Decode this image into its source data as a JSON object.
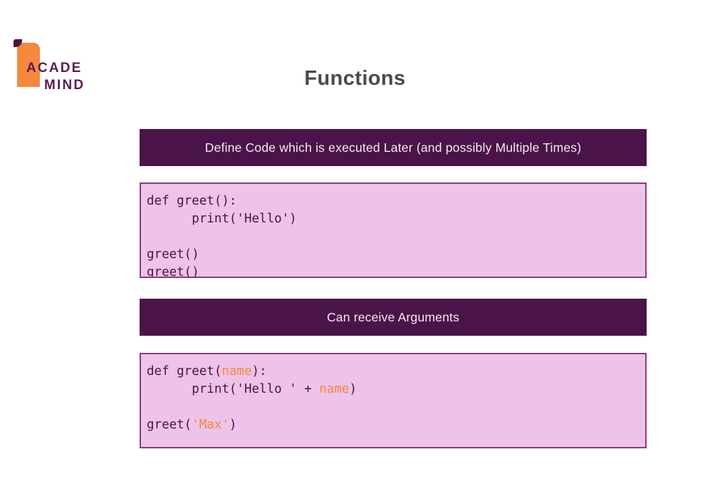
{
  "brand": {
    "name_line_1": "ACADE",
    "name_line_2": "MIND",
    "logo_icon": "academind-book-icon",
    "purple": "#5B1C55",
    "orange": "#F5883C"
  },
  "slide": {
    "title": "Functions",
    "title_color": "#4A4A4A",
    "background": "#FFFFFF"
  },
  "sections": [
    {
      "banner": {
        "text": "Define Code which is executed Later (and possibly Multiple Times)",
        "background": "#4A1448",
        "text_color": "#F3EAF2"
      },
      "code": {
        "language": "python",
        "background": "#EDC3E9",
        "border_color": "#8A3C80",
        "text_color": "#4A1448",
        "lines": [
          [
            {
              "t": "def greet():",
              "c": "plain"
            }
          ],
          [
            {
              "t": "      print('Hello')",
              "c": "plain"
            }
          ],
          [
            {
              "t": "",
              "c": "plain"
            }
          ],
          [
            {
              "t": "greet()",
              "c": "plain"
            }
          ],
          [
            {
              "t": "greet()",
              "c": "plain"
            }
          ]
        ]
      }
    },
    {
      "banner": {
        "text": "Can receive Arguments",
        "background": "#4A1448",
        "text_color": "#F3EAF2"
      },
      "code": {
        "language": "python",
        "background": "#EDC3E9",
        "border_color": "#8A3C80",
        "text_color": "#4A1448",
        "accent_color": "#F5883C",
        "lines": [
          [
            {
              "t": "def greet(",
              "c": "plain"
            },
            {
              "t": "name",
              "c": "arg"
            },
            {
              "t": "):",
              "c": "plain"
            }
          ],
          [
            {
              "t": "      print('Hello ' + ",
              "c": "plain"
            },
            {
              "t": "name",
              "c": "arg"
            },
            {
              "t": ")",
              "c": "plain"
            }
          ],
          [
            {
              "t": "",
              "c": "plain"
            }
          ],
          [
            {
              "t": "greet(",
              "c": "plain"
            },
            {
              "t": "'Max'",
              "c": "arg"
            },
            {
              "t": ")",
              "c": "plain"
            }
          ]
        ]
      }
    }
  ]
}
